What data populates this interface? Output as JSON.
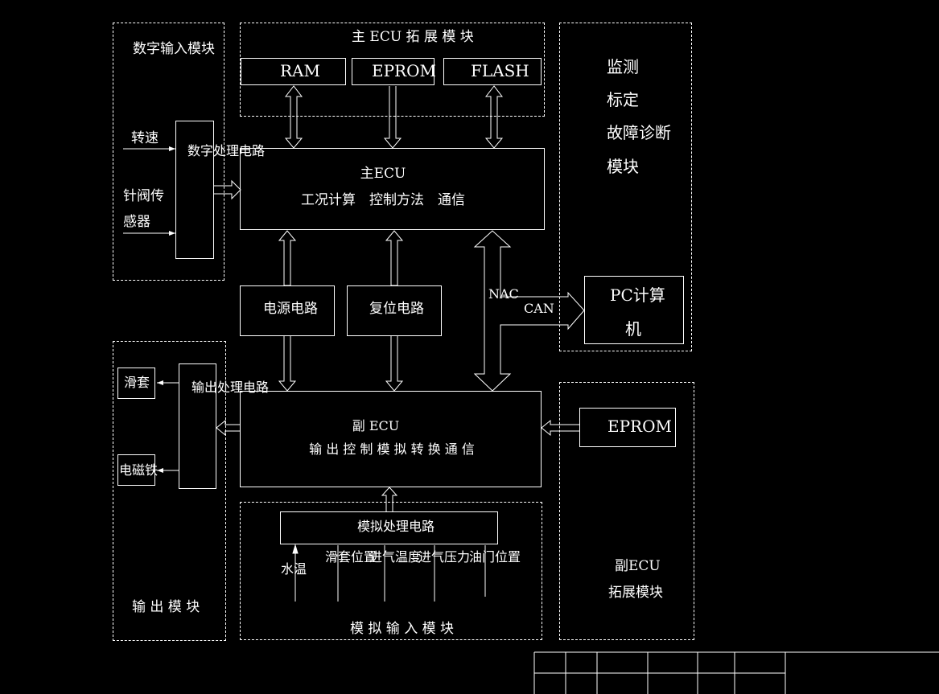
{
  "modules": {
    "digital_input": "数字输入模块",
    "main_ecu_ext": "主 ECU 拓 展 模 块",
    "monitor": [
      "监测",
      "标定",
      "故障诊断",
      "模块"
    ],
    "output": "输 出 模 块",
    "analog_input": "模 拟 输 入 模 块",
    "sub_ecu_ext": [
      "副ECU",
      "拓展模块"
    ]
  },
  "memory": {
    "ram": "RAM",
    "eprom": "EPROM",
    "flash": "FLASH"
  },
  "main_ecu": {
    "title": "主ECU",
    "functions": "工况计算　控制方法　通信"
  },
  "sub_ecu": {
    "title": "副 ECU",
    "functions": "输 出 控 制 模 拟 转 换 通 信"
  },
  "circuits": {
    "digital_proc": "数字处理电路",
    "power": "电源电路",
    "reset": "复位电路",
    "output_proc": "输出处理电路",
    "analog_proc": "模拟处理电路"
  },
  "inputs": {
    "speed": "转速",
    "needle_valve_sensor": [
      "针阀传",
      "感器"
    ]
  },
  "outputs": {
    "sleeve": "滑套",
    "solenoid": "电磁铁"
  },
  "pc": [
    "PC计算",
    "机"
  ],
  "sub_eprom": "EPROM",
  "bus": {
    "nac": "NAC",
    "can": "CAN"
  },
  "analog_signals": {
    "water_temp": "水温",
    "sleeve_pos": "滑套位置",
    "intake_temp": "进气温度",
    "intake_pressure": "进气压力",
    "throttle_pos": "油门位置"
  }
}
